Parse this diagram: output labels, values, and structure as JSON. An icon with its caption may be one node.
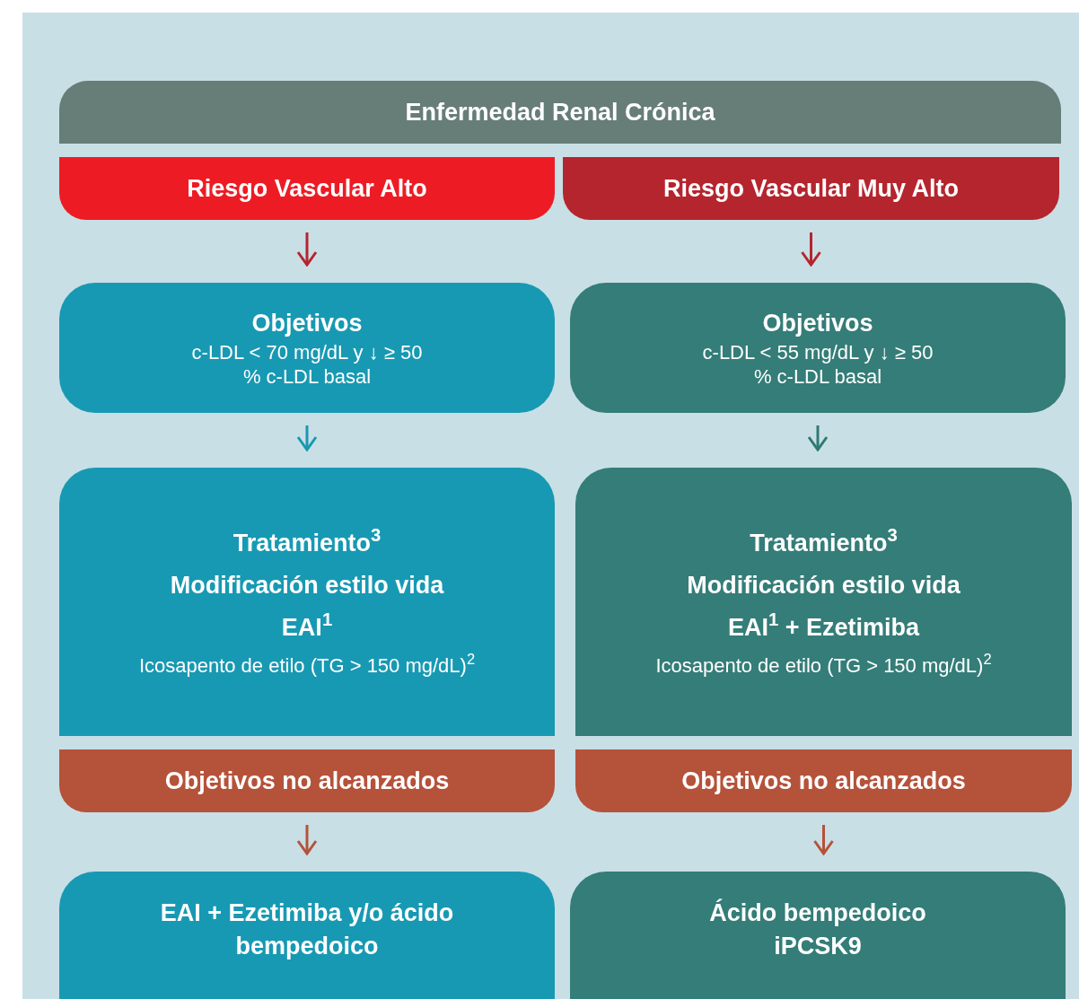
{
  "diagram": {
    "nodes": [
      {
        "text": [
          "Enfermedad  Renal Crónica"
        ]
      },
      {
        "text": [
          "Riesgo Vascular Alto"
        ]
      },
      {
        "text": [
          "Riesgo Vascular Muy Alto"
        ]
      },
      {
        "text": [
          "Objetivos",
          "c-LDL < 70 mg/dL y ↓ ≥ 50 % c-LDL basal"
        ]
      },
      {
        "text": [
          "Objetivos",
          "c-LDL < 55 mg/dL y ↓ ≥ 50 % c-LDL basal"
        ]
      },
      {
        "text": [
          "Tratamiento$^{3}$",
          "Modificación estilo vida",
          "EAI$^{1}$",
          "Icosapento de etilo (TG > 150 mg/dL)$^{2}$"
        ]
      },
      {
        "text": [
          "Tratamiento$^{3}$",
          "Modificación estilo vida",
          "EAI$^{1}$ + Ezetimiba",
          "Icosapento de etilo (TG > 150 mg/dL)$^{2}$"
        ]
      },
      {
        "text": [
          "Objetivos no alcanzados"
        ]
      },
      {
        "text": [
          "Objetivos no alcanzados"
        ]
      },
      {
        "text": [
          "EAI + Ezetimiba y/o ácido bempedoico"
        ]
      },
      {
        "text": [
          "Ácido bempedoico",
          "iPCSK9"
        ]
      }
    ],
    "edges": [
      {
        "from": 1,
        "to": 3,
        "arrow": "to",
        "color": "#b5252e"
      },
      {
        "from": 2,
        "to": 4,
        "arrow": "to",
        "color": "#b5252e"
      },
      {
        "from": 3,
        "to": 5,
        "arrow": "to",
        "color": "#1a98b2"
      },
      {
        "from": 4,
        "to": 6,
        "arrow": "to",
        "color": "#2e7a73"
      },
      {
        "from": 7,
        "to": 9,
        "arrow": "to",
        "color": "#b5523a"
      },
      {
        "from": 8,
        "to": 10,
        "arrow": "to",
        "color": "#b5523a"
      }
    ]
  }
}
